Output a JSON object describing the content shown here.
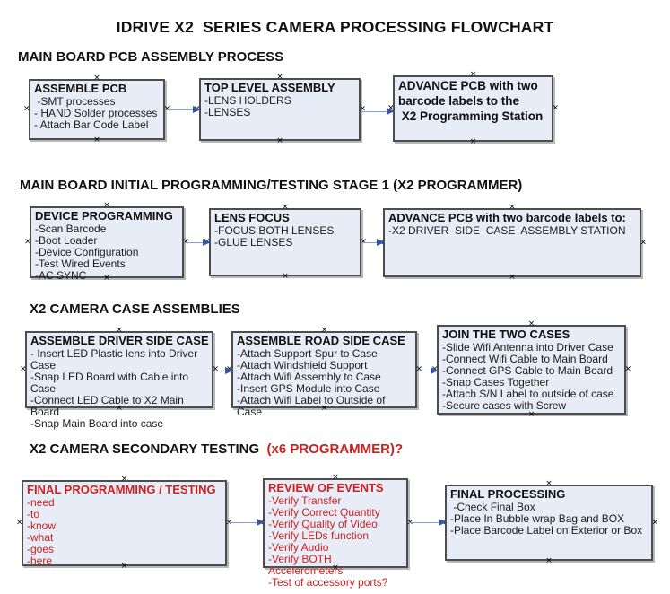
{
  "title": "IDRIVE X2  SERIES CAMERA PROCESSING FLOWCHART",
  "sections": [
    {
      "label": "MAIN BOARD PCB ASSEMBLY PROCESS"
    },
    {
      "label": "MAIN BOARD INITIAL PROGRAMMING/TESTING STAGE 1 (X2 PROGRAMMER)"
    },
    {
      "label": "X2 CAMERA CASE ASSEMBLIES"
    },
    {
      "label_black": "X2 CAMERA SECONDARY TESTING ",
      "label_red": " (x6 PROGRAMMER)?"
    }
  ],
  "boxes": {
    "assemble_pcb": {
      "title": "ASSEMBLE PCB",
      "body": " -SMT processes\n- HAND Solder processes\n- Attach Bar Code Label"
    },
    "top_level_assembly": {
      "title": "TOP LEVEL ASSEMBLY",
      "body": "-LENS HOLDERS\n-LENSES"
    },
    "advance_pcb_1": {
      "body": "ADVANCE PCB with two\nbarcode labels to the\n X2 Programming Station"
    },
    "device_programming": {
      "title": "DEVICE PROGRAMMING",
      "body": "-Scan Barcode\n-Boot Loader\n-Device Configuration\n-Test Wired Events\n-AC SYNC"
    },
    "lens_focus": {
      "title": "LENS FOCUS",
      "body": "-FOCUS BOTH LENSES\n-GLUE LENSES"
    },
    "advance_pcb_2": {
      "title": "ADVANCE PCB with two barcode labels to:",
      "body": "-X2 DRIVER  SIDE  CASE  ASSEMBLY STATION"
    },
    "assemble_driver_side_case": {
      "title": "ASSEMBLE DRIVER SIDE CASE",
      "body": "- Insert LED Plastic lens into Driver Case\n-Snap LED Board with Cable into Case\n-Connect LED Cable to X2 Main Board\n-Snap Main Board into case"
    },
    "assemble_road_side_case": {
      "title": "ASSEMBLE ROAD SIDE CASE",
      "body": "-Attach Support Spur to Case\n-Attach Windshield Support\n-Attach Wifi Assembly to Case\n-Insert GPS Module into Case\n-Attach Wifi Label to Outside of Case"
    },
    "join_the_two_cases": {
      "title": "JOIN THE TWO CASES",
      "body": "-Slide Wifi Antenna into Driver Case\n-Connect Wifi Cable to Main Board\n-Connect GPS Cable to Main Board\n-Snap Cases Together\n-Attach S/N Label to outside of case\n-Secure cases with Screw"
    },
    "final_programming_testing": {
      "title": "FINAL PROGRAMMING / TESTING",
      "body": "-need\n-to\n-know\n-what\n-goes\n-here"
    },
    "review_of_events": {
      "title": "REVIEW OF EVENTS",
      "body": "-Verify Transfer\n-Verify Correct Quantity\n-Verify Quality of Video\n-Verify LEDs function\n-Verify Audio\n-Verify BOTH Accelerometers\n-Test of accessory ports?"
    },
    "final_processing": {
      "title": "FINAL PROCESSING",
      "body": " -Check Final Box\n-Place In Bubble wrap Bag and BOX\n-Place Barcode Label on Exterior or Box"
    }
  },
  "colors": {
    "box_fill": "#e7ecf6",
    "box_border": "#4d4d4d",
    "red_text": "#cc2222",
    "arrow_line": "#8ba1c7",
    "arrow_head": "#3a55a0",
    "background": "#ffffff"
  }
}
